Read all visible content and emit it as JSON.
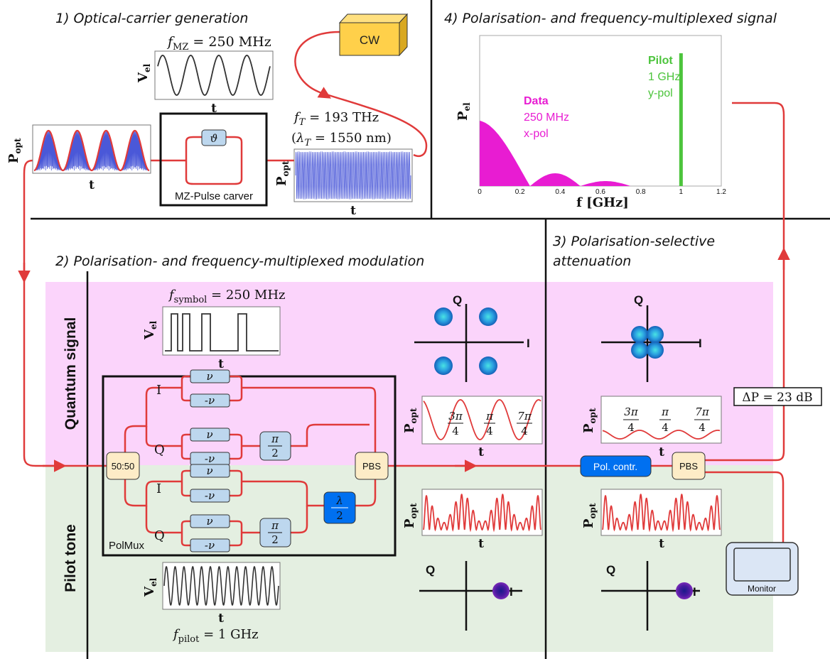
{
  "sections": {
    "s1": "1) Optical-carrier generation",
    "s2": "2) Polarisation- and frequency-multiplexed modulation",
    "s3_line1": "3) Polarisation-selective",
    "s3_line2": "attenuation",
    "s4": "4) Polarisation- and frequency-multiplexed signal"
  },
  "bands": {
    "quantum": "Quantum signal",
    "pilot": "Pilot tone"
  },
  "carrier": {
    "fmz_sym": "f",
    "fmz_sub": "MZ",
    "fmz_val": " = 250 MHz",
    "ft_sym": "f",
    "ft_sub": "T",
    "ft_val": " = 193 THz",
    "lt_open": "(",
    "lt_sym": "λ",
    "lt_sub": "T",
    "lt_val": " = 1550 nm)",
    "cw": "CW",
    "theta": "ϑ",
    "mz_label": "MZ-Pulse carver"
  },
  "axes": {
    "vel_main": "V",
    "vel_sub": "el",
    "popt_main": "P",
    "popt_sub": "opt",
    "pel_main": "P",
    "pel_sub": "el",
    "t": "t",
    "I": "I",
    "Q": "Q"
  },
  "modulator": {
    "nu": "ν",
    "neg_nu": "-ν",
    "i_label": "I",
    "q_label": "Q",
    "pi": "π",
    "two": "2",
    "lambda": "λ",
    "splitter": "50:50",
    "pbs": "PBS",
    "polmux": "PolMux",
    "fsym_sym": "f",
    "fsym_sub": "symbol",
    "fsym_val": " = 250 MHz",
    "fpil_sym": "f",
    "fpil_sub": "pilot",
    "fpil_val": " = 1 GHz"
  },
  "phase_labels": {
    "num1": "3π",
    "num2": "π",
    "num3": "7π",
    "den": "4"
  },
  "attenuation": {
    "polcontr": "Pol. contr.",
    "pbs": "PBS",
    "deltap": "ΔP = 23 dB",
    "monitor": "Monitor"
  },
  "spectrum": {
    "data_title": "Data",
    "data_rate": "250 MHz",
    "data_pol": "x-pol",
    "pilot_title": "Pilot",
    "pilot_freq": "1 GHz",
    "pilot_pol": "y-pol",
    "xlabel": "f [GHz]",
    "xticks": [
      "0",
      "0.2",
      "0.4",
      "0.6",
      "0.8",
      "1",
      "1.2"
    ]
  },
  "colors": {
    "red": "#e03a3a",
    "quantum_bg": "#fbd4fb",
    "pilot_bg": "#e4efe1",
    "component": "#bdd7ee",
    "beige": "#fdecc7",
    "magenta": "#e81cd2",
    "green": "#4cc43c",
    "blue_trace": "#4a58d8",
    "polcontr": "#0070f0"
  }
}
